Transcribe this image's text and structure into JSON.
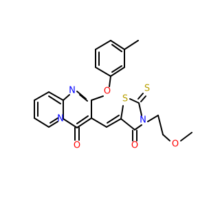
{
  "atoms": {
    "n_pyrimidine": {
      "text": "N",
      "color": "#0000ff"
    },
    "n_bridge": {
      "text": "N",
      "color": "#0000ff"
    },
    "n_thiazolidine": {
      "text": "N",
      "color": "#0000ff"
    },
    "o_ether_aryl": {
      "text": "O",
      "color": "#ff0000"
    },
    "o_carbonyl_pyrido": {
      "text": "O",
      "color": "#ff0000"
    },
    "o_carbonyl_thiazol": {
      "text": "O",
      "color": "#ff0000"
    },
    "o_methoxy": {
      "text": "O",
      "color": "#ff0000"
    },
    "s_ring": {
      "text": "S",
      "color": "#b8a000"
    },
    "s_thione": {
      "text": "S",
      "color": "#b8a000"
    }
  }
}
